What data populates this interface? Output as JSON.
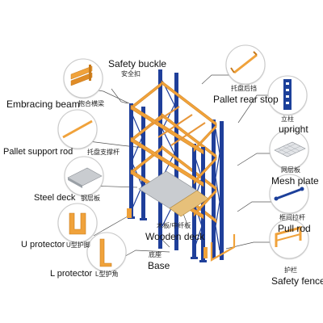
{
  "labels": {
    "safety_buckle": {
      "en": "Safety buckle",
      "zh": "安全扣"
    },
    "embracing_beam": {
      "en": "Embracing beam",
      "zh": "抱合横梁"
    },
    "pallet_rear_stop": {
      "en": "Pallet rear stop",
      "zh": "托盘后挡"
    },
    "upright": {
      "en": "upright",
      "zh": "立柱"
    },
    "pallet_support_rod": {
      "en": "Pallet support rod",
      "zh": "托盘支撑杆"
    },
    "mesh_plate": {
      "en": "Mesh plate",
      "zh": "网层板"
    },
    "steel_deck": {
      "en": "Steel deck",
      "zh": "钢层板"
    },
    "pull_rod": {
      "en": "Pull rod",
      "zh": "框间拉杆"
    },
    "wooden_deck": {
      "en": "Wooden deck",
      "zh": "木板/中纤板"
    },
    "u_protector": {
      "en": "U protector",
      "zh": "U型护脚"
    },
    "base": {
      "en": "Base",
      "zh": "底座"
    },
    "safety_fence": {
      "en": "Safety fence",
      "zh": "护栏"
    },
    "l_protector": {
      "en": "L protector",
      "zh": "L型护角"
    }
  },
  "colors": {
    "upright_blue": "#1f3f9a",
    "beam_orange": "#f0a23a",
    "beam_dark": "#c77a1c",
    "steel_gray": "#c9ccd0",
    "circle_border": "#c8c8c8",
    "callout_line": "#555555"
  },
  "icons": [
    "safety-buckle-icon",
    "embracing-beam-icon",
    "pallet-rear-stop-icon",
    "upright-icon",
    "pallet-support-rod-icon",
    "mesh-plate-icon",
    "steel-deck-icon",
    "pull-rod-icon",
    "u-protector-icon",
    "safety-fence-icon",
    "l-protector-icon"
  ]
}
